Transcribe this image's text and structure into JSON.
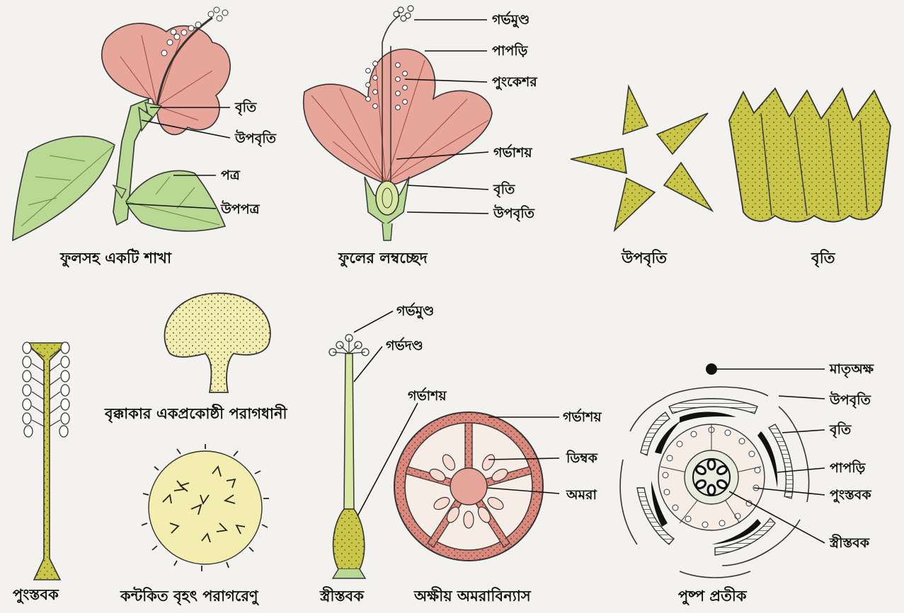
{
  "colors": {
    "petal": "#e8a59a",
    "petal_vein": "#9a4a3f",
    "leaf": "#b9d893",
    "leaf_dark": "#5f8a3a",
    "sepal": "#c9c64a",
    "pollen": "#f3eeb0",
    "ovary_wall": "#c86a5a",
    "background": "#f4f2ee"
  },
  "figures": {
    "branch": {
      "caption": "ফুলসহ একটি শাখা",
      "labels": {
        "calyx": "বৃতি",
        "epicalyx": "উপবৃতি",
        "leaf": "পত্র",
        "stipule": "উপপত্র"
      }
    },
    "longitudinal_section": {
      "caption": "ফুলের লম্বচ্ছেদ",
      "labels": {
        "stigma": "গর্ভমুণ্ড",
        "petal": "পাপড়ি",
        "stamen": "পুংকেশর",
        "ovary": "গর্ভাশয়",
        "calyx": "বৃতি",
        "epicalyx": "উপবৃতি"
      }
    },
    "epicalyx": {
      "caption": "উপবৃতি"
    },
    "calyx": {
      "caption": "বৃতি"
    },
    "androecium": {
      "caption": "পুংস্তবক"
    },
    "anther": {
      "caption": "বৃক্কাকার একপ্রকোষ্ঠী পরাগধানী"
    },
    "pollen": {
      "caption": "কন্টকিত বৃহৎ পরাগরেণু"
    },
    "gynoecium": {
      "caption": "স্ত্রীস্তবক",
      "labels": {
        "stigma": "গর্ভমুণ্ড",
        "style": "গর্ভদণ্ড",
        "ovary": "গর্ভাশয়"
      }
    },
    "placentation": {
      "caption": "অক্ষীয় অমরাবিন্যাস",
      "labels": {
        "ovary": "গর্ভাশয়",
        "ovule": "ডিম্বক",
        "placenta": "অমরা"
      }
    },
    "floral_diagram": {
      "caption": "পুষ্প প্রতীক",
      "labels": {
        "mother_axis": "মাতৃঅক্ষ",
        "epicalyx": "উপবৃতি",
        "calyx": "বৃতি",
        "petal": "পাপড়ি",
        "androecium": "পুংস্তবক",
        "gynoecium": "স্ত্রীস্তবক"
      }
    }
  }
}
